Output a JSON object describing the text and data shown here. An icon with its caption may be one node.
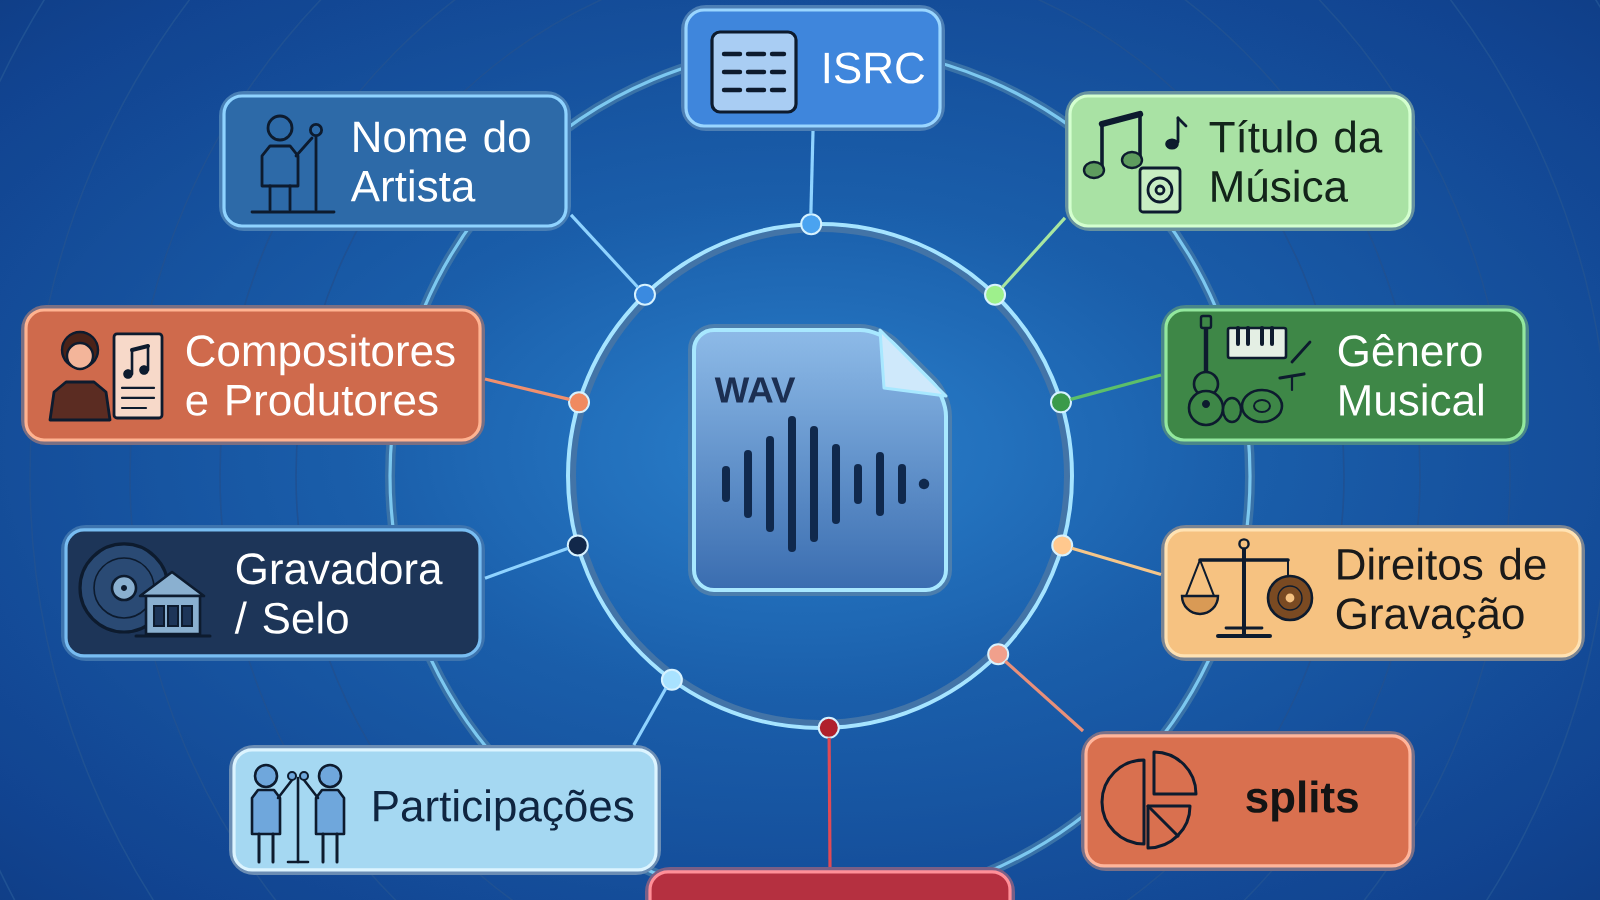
{
  "diagram": {
    "nodes": [
      {
        "text": [
          "ISRC"
        ]
      },
      {
        "text": [
          "Nome do Artista"
        ]
      },
      {
        "text": [
          "Título da Música"
        ]
      },
      {
        "text": [
          "Compositores e Produtores"
        ]
      },
      {
        "text": [],
        "shape": "circle"
      },
      {
        "text": [
          "WAV"
        ],
        "in": 4
      },
      {
        "text": [
          "Gênero Musical"
        ]
      },
      {
        "text": [
          "Gravadora / Selo"
        ]
      },
      {
        "text": [
          "Direitos de Gravação"
        ]
      },
      {
        "text": [
          "Participações"
        ]
      },
      {
        "text": [
          "splits"
        ]
      },
      {
        "text": [],
        "shape": "box"
      }
    ],
    "edges": [
      {
        "from": 0,
        "to": 4,
        "arrow": "none"
      },
      {
        "from": 1,
        "to": 4,
        "arrow": "none"
      },
      {
        "from": 2,
        "to": 4,
        "arrow": "none",
        "color": "#a8e6a0"
      },
      {
        "from": 3,
        "to": 4,
        "arrow": "none",
        "color": "#f0906e"
      },
      {
        "from": 6,
        "to": 4,
        "arrow": "none",
        "color": "#5cbf6a"
      },
      {
        "from": 7,
        "to": 4,
        "arrow": "none"
      },
      {
        "from": 8,
        "to": 4,
        "arrow": "none",
        "color": "#f5c68a"
      },
      {
        "from": 9,
        "to": 4,
        "arrow": "none"
      },
      {
        "from": 10,
        "to": 4,
        "arrow": "none",
        "color": "#e8907a"
      },
      {
        "from": 11,
        "to": 4,
        "arrow": "none",
        "color": "#e04a55"
      }
    ]
  }
}
